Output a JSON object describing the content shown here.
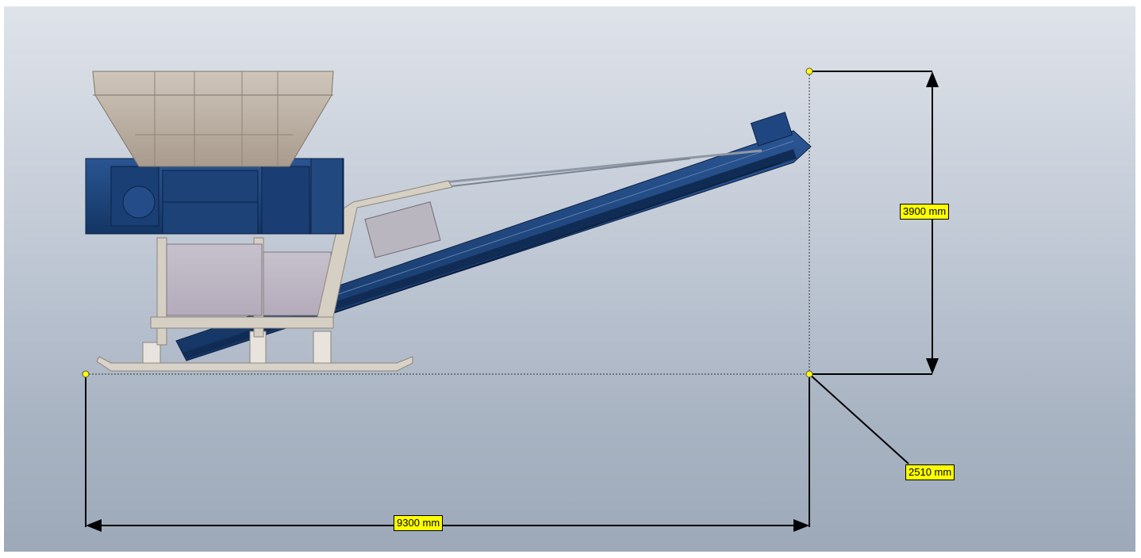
{
  "dimensions": {
    "length": "9300 mm",
    "height": "3900 mm",
    "width": "2510 mm"
  },
  "colors": {
    "machine_blue": "#1c3f73",
    "frame_beige": "#d6cfc4",
    "hopper": "#bdb1a4",
    "dimension_label_bg": "#ffff00",
    "dimension_point": "#ffff00"
  }
}
